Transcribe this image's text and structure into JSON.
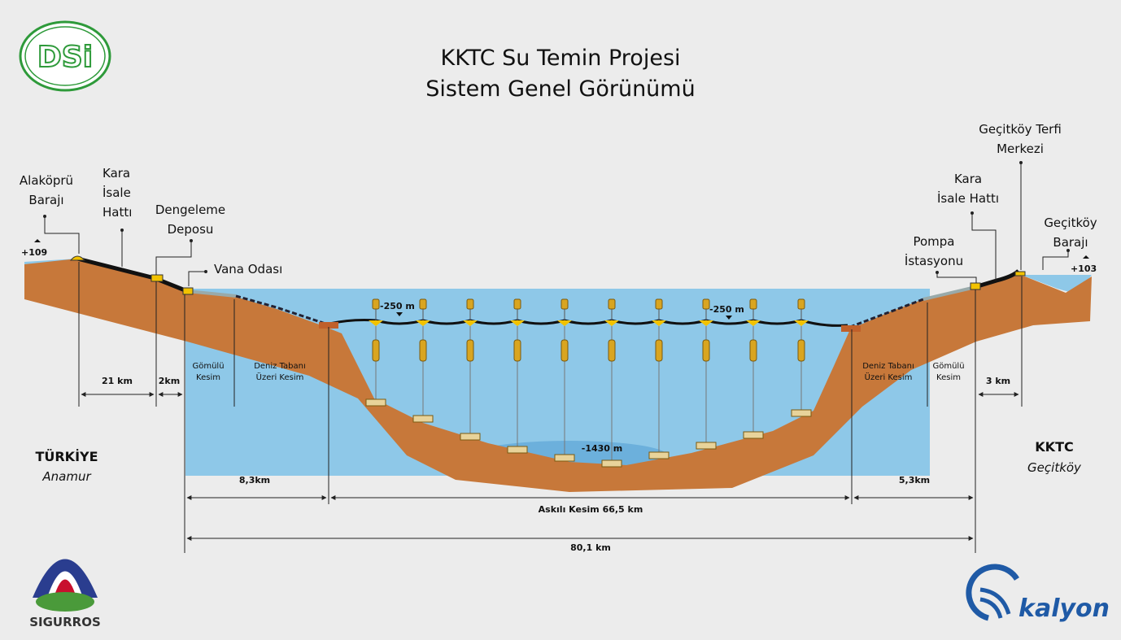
{
  "title": {
    "line1": "KKTC Su Temin Projesi",
    "line2": "Sistem Genel Görünümü"
  },
  "logos": {
    "dsi": "DSi",
    "sigurros": "SIGURROS",
    "kalyon": "kalyon"
  },
  "left": {
    "dam": [
      "Alaköprü",
      "Barajı"
    ],
    "land_line": [
      "Kara",
      "İsale",
      "Hattı"
    ],
    "balance_tank": [
      "Dengeleme",
      "Deposu"
    ],
    "valve_room": "Vana Odası",
    "elevation": "+109",
    "country": "TÜRKİYE",
    "town": "Anamur"
  },
  "right": {
    "pump_center": [
      "Geçitköy Terfi",
      "Merkezi"
    ],
    "land_line": [
      "Kara",
      "İsale Hattı"
    ],
    "pump_station": [
      "Pompa",
      "İstasyonu"
    ],
    "dam": [
      "Geçitköy",
      "Barajı"
    ],
    "elevation": "+103",
    "country": "KKTC",
    "town": "Geçitköy"
  },
  "sections": {
    "buried": [
      "Gömülü",
      "Kesim"
    ],
    "seabed": [
      "Deniz Tabanı",
      "Üzeri Kesim"
    ]
  },
  "depths": {
    "suspended_left": "-250 m",
    "suspended_right": "-250 m",
    "max": "-1430 m"
  },
  "dimensions": {
    "d21": "21 km",
    "d2": "2km",
    "d3": "3 km",
    "d83": "8,3km",
    "d53": "5,3km",
    "suspended": "Askılı Kesim 66,5 km",
    "total": "80,1 km"
  },
  "colors": {
    "ground": "#c7783a",
    "water": "#8ec8e8",
    "deep_water": "#6cb0dc",
    "pipe": "#111111",
    "equipment": "#f2c200",
    "dsi_green": "#2e9a3a",
    "kalyon_blue": "#1f5aa6"
  }
}
